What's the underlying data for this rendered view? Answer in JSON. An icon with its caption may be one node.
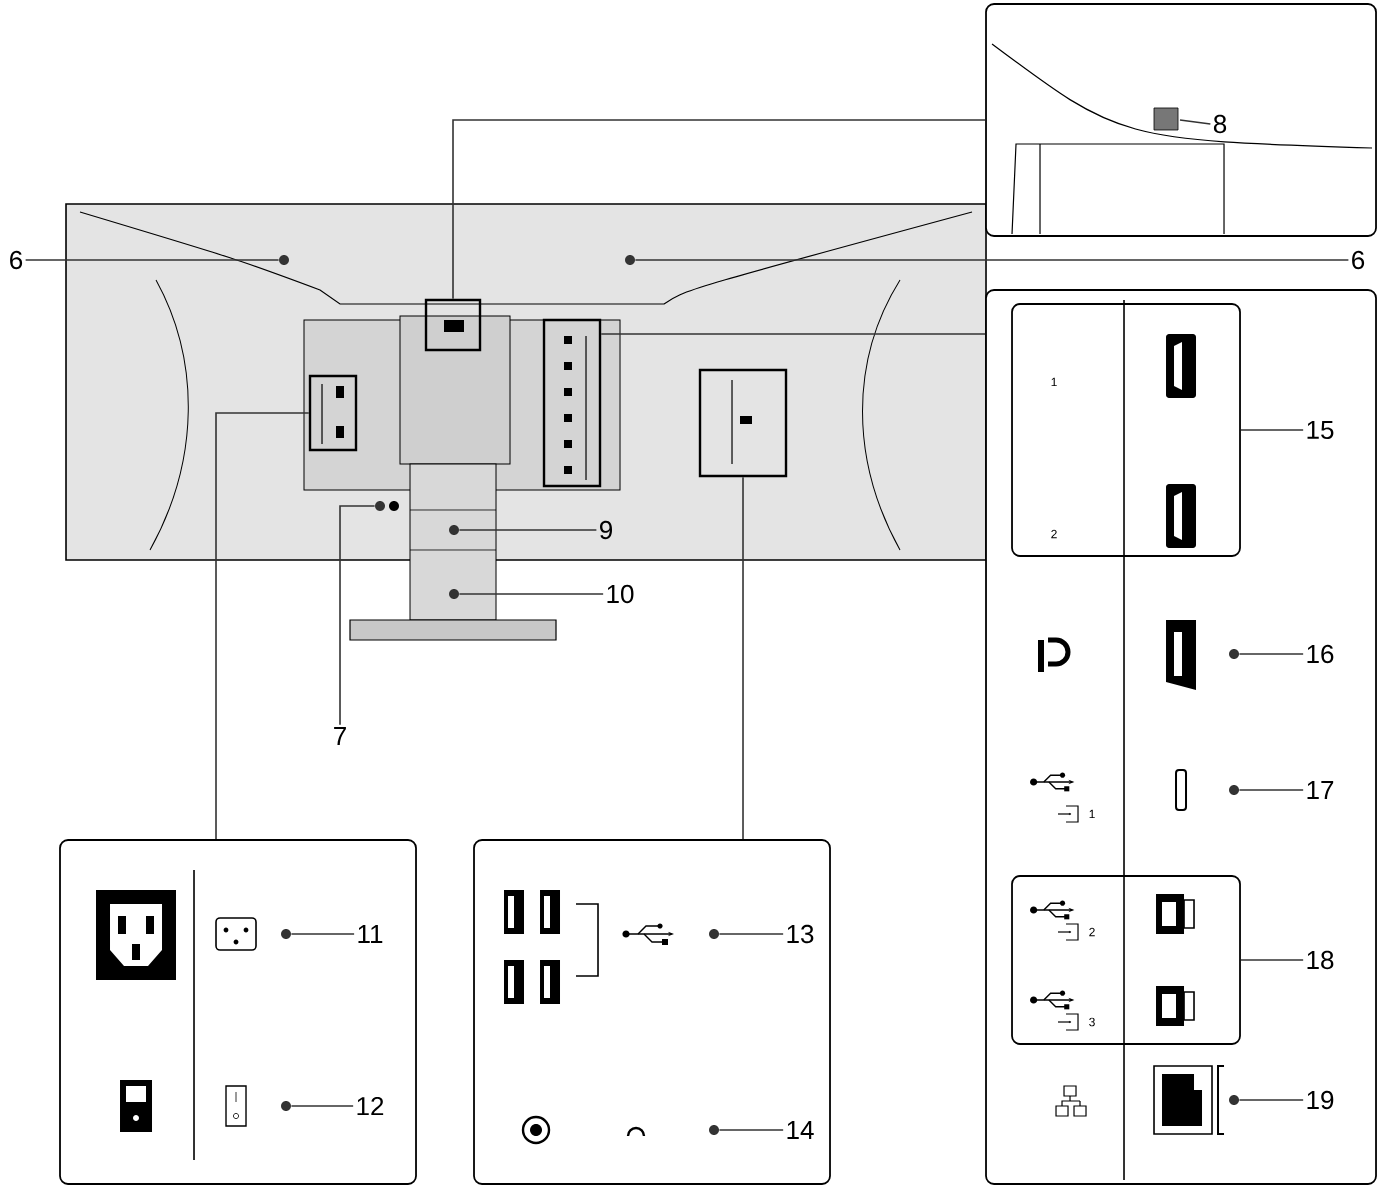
{
  "diagram": {
    "nodes": [
      {
        "text": [
          "6"
        ]
      },
      {
        "text": [
          "6"
        ]
      },
      {
        "text": [],
        "shape": "picture"
      },
      {
        "text": [
          "8"
        ],
        "in": 2
      },
      {
        "text": [],
        "shape": "box"
      },
      {
        "text": [],
        "shape": "box"
      },
      {
        "text": [],
        "shape": "box"
      },
      {
        "text": [],
        "shape": "box"
      },
      {
        "text": [
          "9"
        ]
      },
      {
        "text": [
          "10"
        ]
      },
      {
        "text": [
          "7"
        ]
      },
      {
        "text": [],
        "shape": "box"
      },
      {
        "text": [
          "11"
        ],
        "in": 11
      },
      {
        "text": [
          "12"
        ],
        "in": 11
      },
      {
        "text": [],
        "shape": "box"
      },
      {
        "text": [
          "13"
        ],
        "in": 14
      },
      {
        "text": [
          "14"
        ],
        "in": 14
      },
      {
        "text": [],
        "shape": "box"
      },
      {
        "text": [],
        "shape": "box",
        "in": 17
      },
      {
        "text": [
          "15"
        ],
        "in": 17
      },
      {
        "text": [
          "16"
        ],
        "in": 17
      },
      {
        "text": [
          "17"
        ],
        "in": 17
      },
      {
        "text": [],
        "shape": "box",
        "in": 17
      },
      {
        "text": [
          "18"
        ],
        "in": 17
      },
      {
        "text": [
          "19"
        ],
        "in": 17
      },
      {
        "text": [],
        "shape": "circle"
      },
      {
        "text": [],
        "shape": "circle"
      },
      {
        "text": [],
        "shape": "circle"
      },
      {
        "text": [],
        "shape": "circle"
      },
      {
        "text": [],
        "shape": "circle"
      },
      {
        "text": [],
        "shape": "circle",
        "in": 11
      },
      {
        "text": [],
        "shape": "circle",
        "in": 11
      },
      {
        "text": [],
        "shape": "circle",
        "in": 14
      },
      {
        "text": [],
        "shape": "circle",
        "in": 14
      },
      {
        "text": [],
        "shape": "circle",
        "in": 17
      },
      {
        "text": [],
        "shape": "circle",
        "in": 17
      },
      {
        "text": [],
        "shape": "circle",
        "in": 17
      }
    ],
    "edges": [
      {
        "from": 0,
        "to": 25,
        "arrow": "none"
      },
      {
        "from": 1,
        "to": 26,
        "arrow": "none"
      },
      {
        "from": 3,
        "to": null,
        "arrow": "none"
      },
      {
        "from": 4,
        "to": 2,
        "arrow": "none"
      },
      {
        "from": 5,
        "to": 11,
        "arrow": "none"
      },
      {
        "from": 6,
        "to": 17,
        "arrow": "none"
      },
      {
        "from": 7,
        "to": 14,
        "arrow": "none"
      },
      {
        "from": 8,
        "to": 27,
        "arrow": "none"
      },
      {
        "from": 9,
        "to": 28,
        "arrow": "none"
      },
      {
        "from": 10,
        "to": 29,
        "arrow": "none"
      },
      {
        "from": 12,
        "to": 30,
        "arrow": "none"
      },
      {
        "from": 13,
        "to": 31,
        "arrow": "none"
      },
      {
        "from": 15,
        "to": 32,
        "arrow": "none"
      },
      {
        "from": 16,
        "to": 33,
        "arrow": "none"
      },
      {
        "from": 19,
        "to": 18,
        "arrow": "none"
      },
      {
        "from": 20,
        "to": 34,
        "arrow": "none"
      },
      {
        "from": 21,
        "to": 35,
        "arrow": "none"
      },
      {
        "from": 23,
        "to": 22,
        "arrow": "none"
      },
      {
        "from": 24,
        "to": 36,
        "arrow": "none"
      }
    ],
    "labels": [
      "1",
      "2",
      "1",
      "2",
      "3"
    ]
  }
}
